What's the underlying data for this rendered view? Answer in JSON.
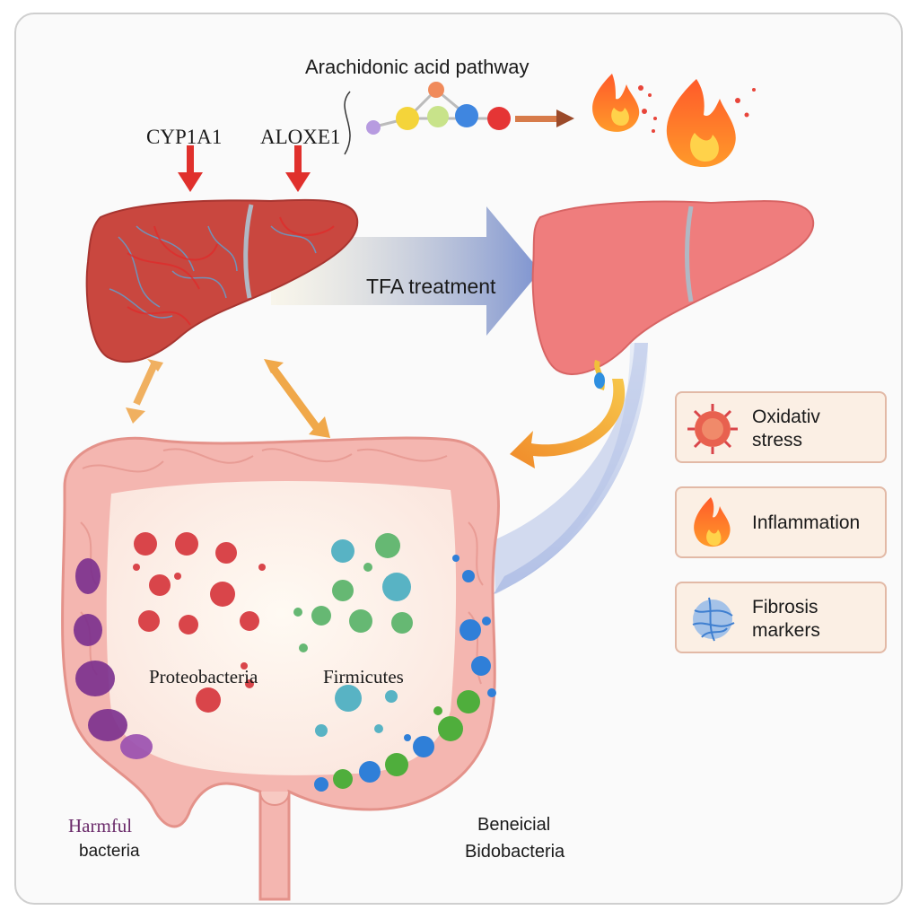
{
  "diagram": {
    "title": "Arachidonic acid pathway",
    "genes": [
      "CYP1A1",
      "ALOXE1"
    ],
    "treatment_label": "TFA treatment",
    "bacteria_labels": {
      "left_cluster": "Proteobacteria",
      "right_cluster": "Firmicutes",
      "harmful_line1": "Harmful",
      "harmful_line2": "bacteria",
      "beneficial_line1": "Beneicial",
      "beneficial_line2": "Bidobacteria"
    },
    "markers": [
      {
        "line1": "Oxidativ",
        "line2": "stress",
        "icon": "virus-icon"
      },
      {
        "line1": "Inflammation",
        "line2": "",
        "icon": "flame-icon"
      },
      {
        "line1": "Fibrosis",
        "line2": "markers",
        "icon": "fiber-cell-icon"
      }
    ],
    "colors": {
      "liver_damaged": "#c9473f",
      "liver_healthy": "#ef7d7d",
      "intestine": "#f4b6b0",
      "arrow_red": "#e0302c",
      "arrow_blue": "#8a9ed6",
      "arrow_orange": "#f2a23a",
      "harmful": "#7b2f8e",
      "beneficial_blue": "#2f7fd8",
      "beneficial_green": "#4fae3c",
      "proteo": "#d9454a",
      "firmi_green": "#66b873",
      "firmi_teal": "#58b3c4"
    }
  }
}
